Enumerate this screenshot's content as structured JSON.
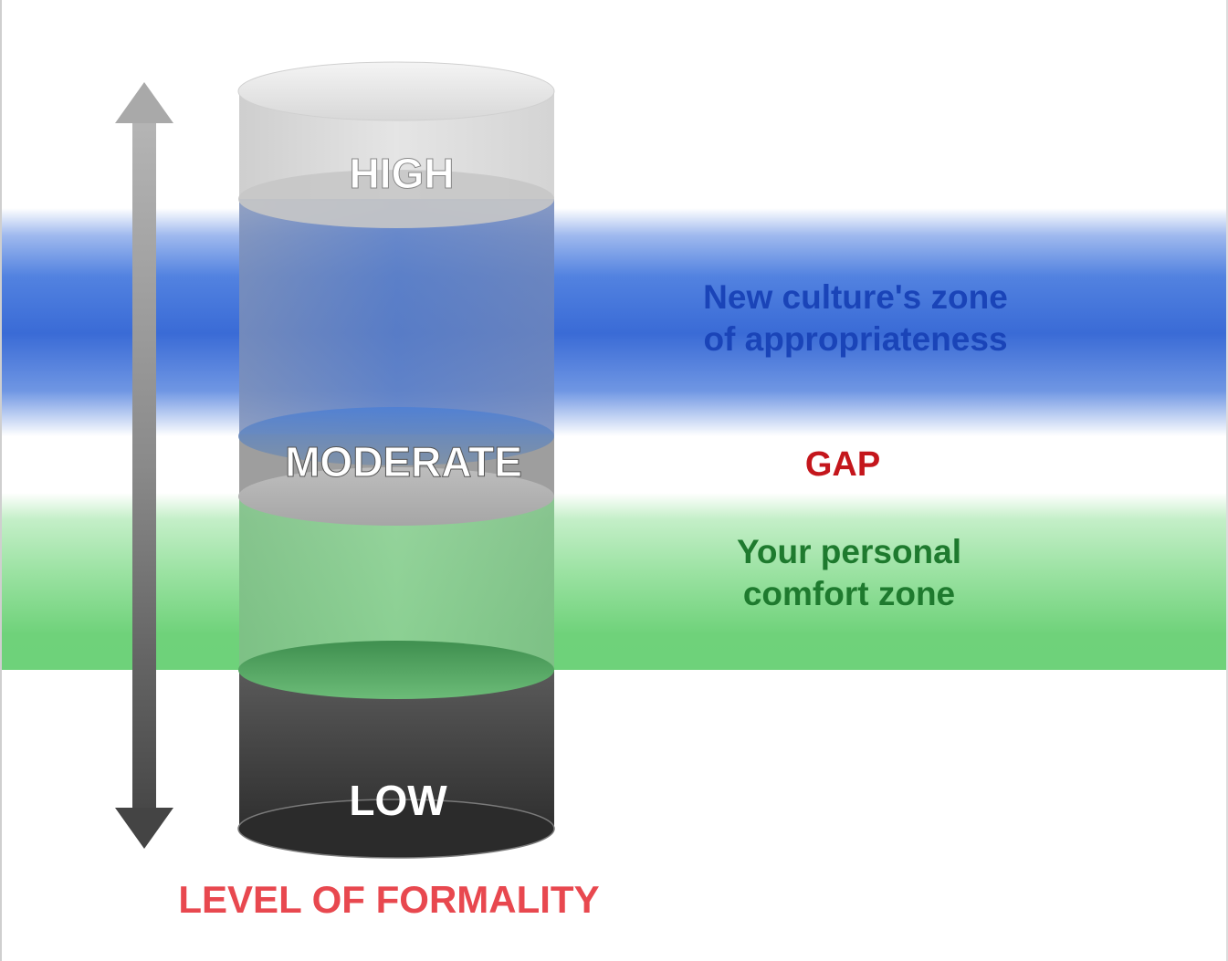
{
  "levels": {
    "high": "HIGH",
    "moderate": "MODERATE",
    "low": "LOW"
  },
  "zones": {
    "new_culture": {
      "line1": "New culture's zone",
      "line2": "of appropriateness"
    },
    "gap": "GAP",
    "personal": {
      "line1": "Your personal",
      "line2": "comfort zone"
    }
  },
  "axis_label": "LEVEL OF FORMALITY",
  "colors": {
    "blue_band": "#3d6fd6",
    "green_band": "#6fd47c",
    "new_culture_text": "#1a44b8",
    "gap_text": "#c4161c",
    "personal_text": "#1e7a2e",
    "axis_label_text": "#e8484f"
  }
}
